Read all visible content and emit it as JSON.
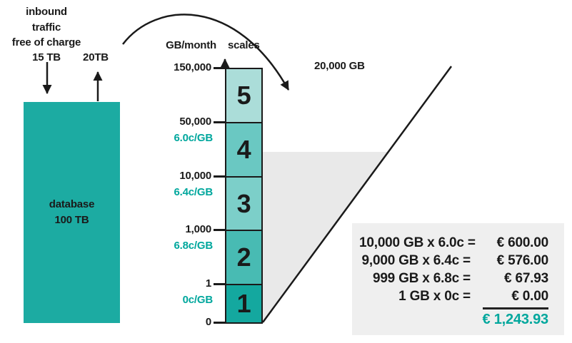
{
  "colors": {
    "teal_brand": "#00A79D",
    "database_fill": "#1CABA2",
    "segment_1": "#14A89F",
    "segment_2": "#48BBB3",
    "segment_3": "#7CCFC9",
    "segment_4": "#6AC8C2",
    "segment_5": "#ABDDD9",
    "area_fill": "#E9E9E9",
    "panel_fill": "#EFEFEF",
    "ink": "#1A1A1A"
  },
  "left": {
    "caption_line1": "inbound",
    "caption_line2": "traffic",
    "caption_line3": "free of charge",
    "inbound_volume": "15 TB",
    "outbound_volume": "20TB",
    "database_line1": "database",
    "database_line2": "100 TB"
  },
  "scale": {
    "axis_unit": "GB/month",
    "scales_label": "scales",
    "ticks": [
      "150,000",
      "50,000",
      "10,000",
      "1,000",
      "1",
      "0"
    ],
    "rates": [
      "6.0c/GB",
      "6.4c/GB",
      "6.8c/GB",
      "0c/GB"
    ],
    "segments": [
      {
        "label": "5",
        "style": "background-color:#ABDDD9"
      },
      {
        "label": "4",
        "style": "background-color:#6AC8C2"
      },
      {
        "label": "3",
        "style": "background-color:#7CCFC9"
      },
      {
        "label": "2",
        "style": "background-color:#48BBB3"
      },
      {
        "label": "1",
        "style": "background-color:#14A89F"
      }
    ]
  },
  "usage": {
    "volume_label": "20,000 GB"
  },
  "calc": {
    "rows": [
      {
        "expr": "10,000 GB x 6.0c = ",
        "value": "€ 600.00"
      },
      {
        "expr": "9,000 GB x 6.4c = ",
        "value": "€ 576.00"
      },
      {
        "expr": "999 GB x 6.8c = ",
        "value": "€ 67.93"
      },
      {
        "expr": "1 GB x 0c = ",
        "value": "€ 0.00"
      }
    ],
    "total": "€ 1,243.93"
  }
}
